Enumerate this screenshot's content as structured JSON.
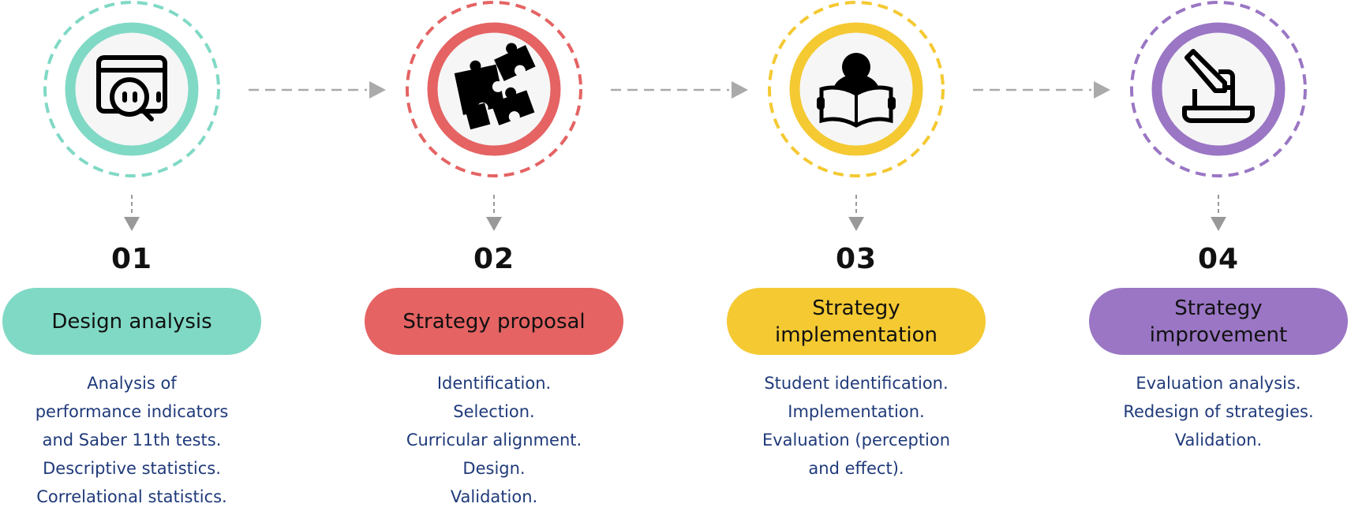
{
  "steps": [
    {
      "number": "01",
      "title": "Design analysis",
      "color": "#80d9c5",
      "icon": "dashboard-search-icon",
      "items": [
        "Analysis of",
        "performance indicators",
        "and Saber 11th tests.",
        "Descriptive statistics.",
        "Correlational statistics."
      ]
    },
    {
      "number": "02",
      "title": "Strategy proposal",
      "color": "#e56363",
      "icon": "puzzle-icon",
      "items": [
        "Identification.",
        "Selection.",
        "Curricular alignment.",
        "Design.",
        "Validation."
      ]
    },
    {
      "number": "03",
      "title": "Strategy implementation",
      "color": "#f4c932",
      "icon": "reading-person-icon",
      "items": [
        "Student identification.",
        "Implementation.",
        "Evaluation (perception",
        "and effect)."
      ]
    },
    {
      "number": "04",
      "title": "Strategy improvement",
      "color": "#9a76c4",
      "icon": "pen-stamp-icon",
      "items": [
        "Evaluation analysis.",
        "Redesign of strategies.",
        "Validation."
      ]
    }
  ]
}
